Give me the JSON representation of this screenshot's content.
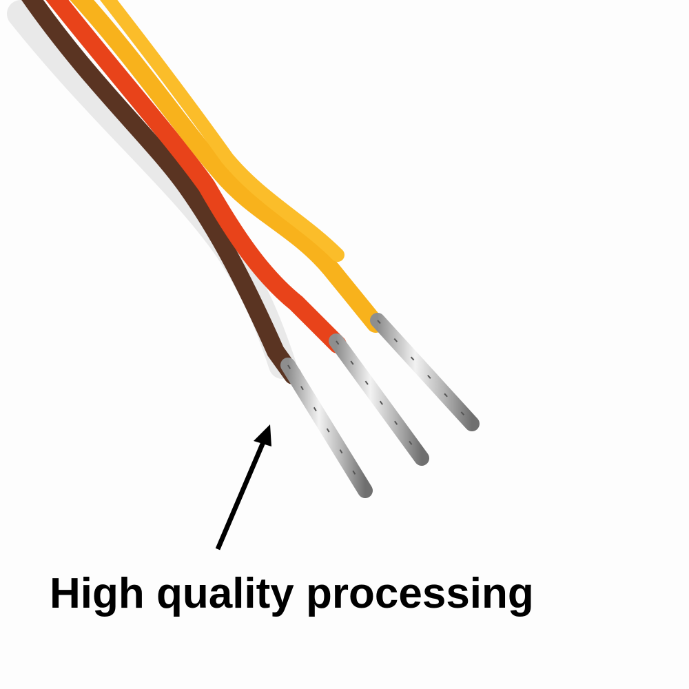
{
  "caption": {
    "text": "High quality processing"
  },
  "wires": [
    {
      "name": "brown",
      "color": "#5a3422"
    },
    {
      "name": "red",
      "color": "#e8431a"
    },
    {
      "name": "yellow",
      "color": "#f8b21c"
    }
  ],
  "arrow": {
    "color": "#000000"
  }
}
